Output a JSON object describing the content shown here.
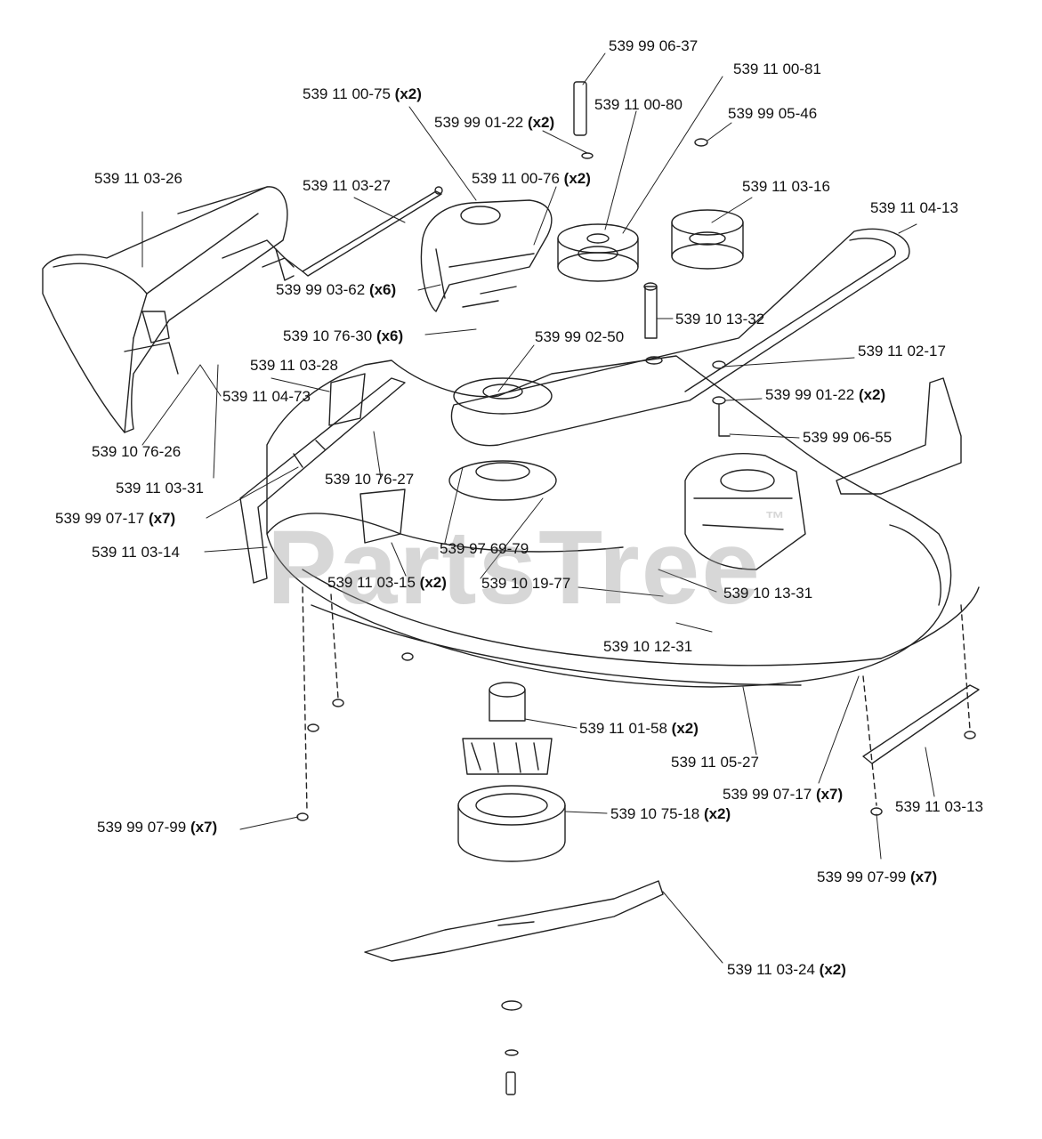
{
  "watermark": {
    "text": "PartsTree",
    "mark": "™"
  },
  "labels": {
    "l01": {
      "part": "539 99 06-37",
      "qty": ""
    },
    "l02": {
      "part": "539 11 00-81",
      "qty": ""
    },
    "l03": {
      "part": "539 11 00-75",
      "qty": "(x2)"
    },
    "l04": {
      "part": "539 11 00-80",
      "qty": ""
    },
    "l05": {
      "part": "539 99 01-22",
      "qty": "(x2)"
    },
    "l06": {
      "part": "539 99 05-46",
      "qty": ""
    },
    "l07": {
      "part": "539 11 03-26",
      "qty": ""
    },
    "l08": {
      "part": "539 11 00-76",
      "qty": "(x2)"
    },
    "l09": {
      "part": "539 11 03-27",
      "qty": ""
    },
    "l10": {
      "part": "539 11 03-16",
      "qty": ""
    },
    "l11": {
      "part": "539 11 04-13",
      "qty": ""
    },
    "l12": {
      "part": "539 99 03-62",
      "qty": "(x6)"
    },
    "l13": {
      "part": "539 10 13-32",
      "qty": ""
    },
    "l14": {
      "part": "539 10 76-30",
      "qty": "(x6)"
    },
    "l15": {
      "part": "539 99 02-50",
      "qty": ""
    },
    "l16": {
      "part": "539 11 02-17",
      "qty": ""
    },
    "l17": {
      "part": "539 11 03-28",
      "qty": ""
    },
    "l18": {
      "part": "539 11 04-73",
      "qty": ""
    },
    "l19": {
      "part": "539 99 01-22",
      "qty": "(x2)"
    },
    "l20": {
      "part": "539 99 06-55",
      "qty": ""
    },
    "l21": {
      "part": "539 10 76-26",
      "qty": ""
    },
    "l22": {
      "part": "539 10 76-27",
      "qty": ""
    },
    "l23": {
      "part": "539 11 03-31",
      "qty": ""
    },
    "l24": {
      "part": "539 99 07-17",
      "qty": "(x7)"
    },
    "l25": {
      "part": "539 97 69-79",
      "qty": ""
    },
    "l26": {
      "part": "539 11 03-14",
      "qty": ""
    },
    "l27": {
      "part": "539 11 03-15",
      "qty": "(x2)"
    },
    "l28": {
      "part": "539 10 19-77",
      "qty": ""
    },
    "l29": {
      "part": "539 10 13-31",
      "qty": ""
    },
    "l30": {
      "part": "539 10 12-31",
      "qty": ""
    },
    "l31": {
      "part": "539 11 01-58",
      "qty": "(x2)"
    },
    "l32": {
      "part": "539 11 05-27",
      "qty": ""
    },
    "l33": {
      "part": "539 99 07-17",
      "qty": "(x7)"
    },
    "l34": {
      "part": "539 11 03-13",
      "qty": ""
    },
    "l35": {
      "part": "539 99 07-99",
      "qty": "(x7)"
    },
    "l36": {
      "part": "539 10 75-18",
      "qty": "(x2)"
    },
    "l37": {
      "part": "539 99 07-99",
      "qty": "(x7)"
    },
    "l38": {
      "part": "539 11 03-24",
      "qty": "(x2)"
    }
  }
}
